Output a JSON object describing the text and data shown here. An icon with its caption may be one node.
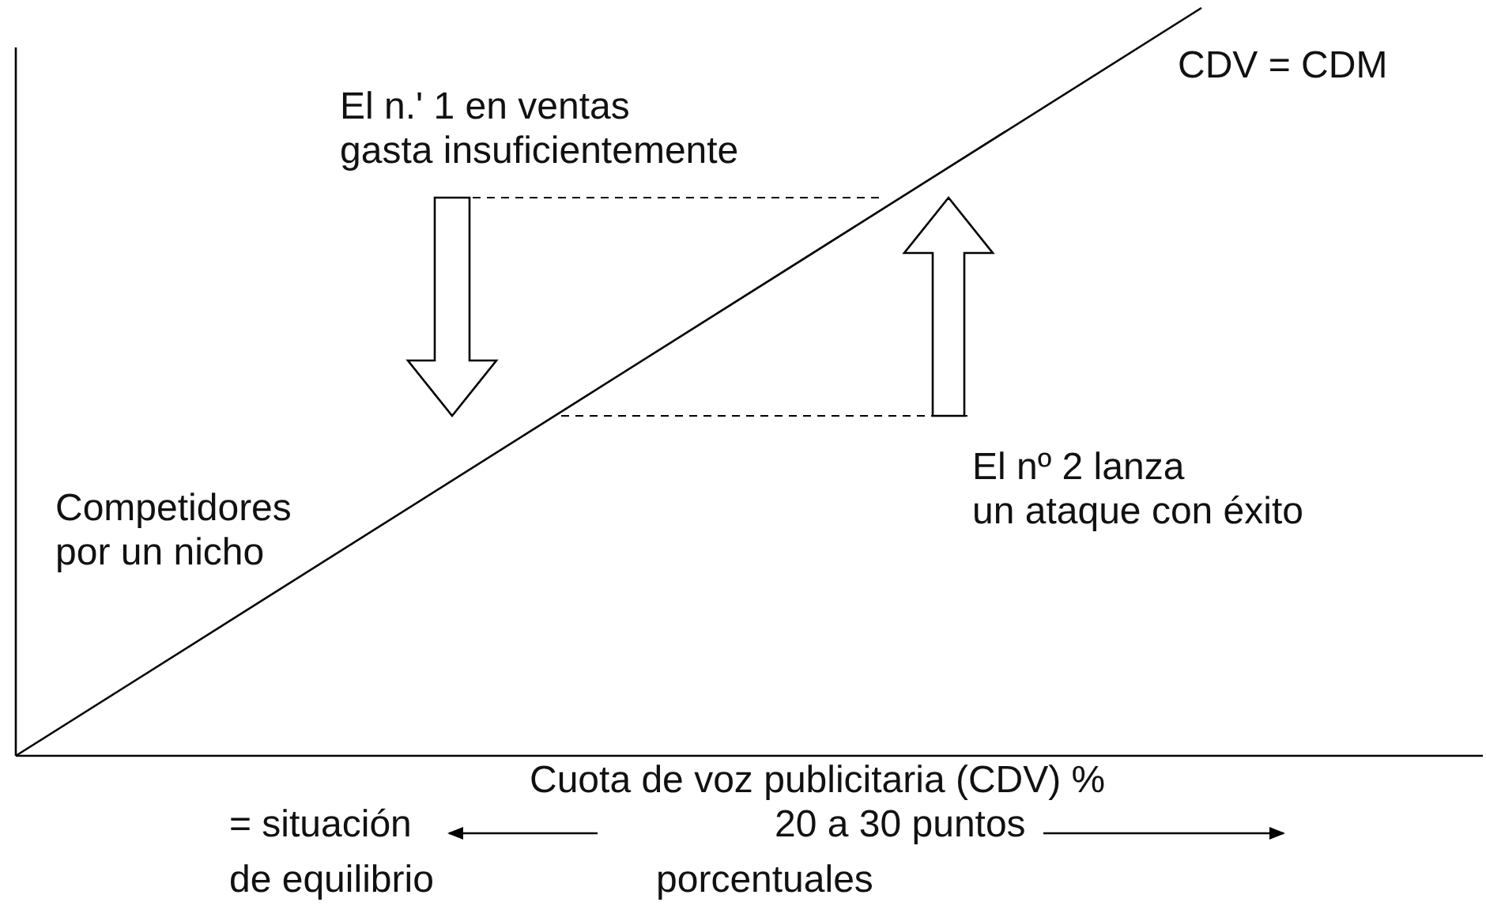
{
  "diagram": {
    "labels": [
      "CDV = CDM",
      "El n.' 1 en ventas gasta insuficientemente",
      "El nº 2 lanza un ataque con éxito",
      "Competidores por un nicho",
      "Cuota de voz publicitaria (CDV) %",
      "= situación de equilibrio",
      "20 a 30 puntos porcentuales"
    ]
  }
}
